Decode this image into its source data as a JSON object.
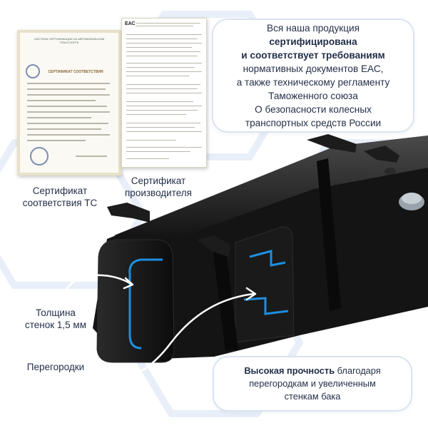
{
  "top_box": {
    "line1": "Вся наша продукция",
    "bold1": "сертифицирована",
    "bold2": "и соответствует требованиям",
    "line4": "нормативных документов ЕАС,",
    "line5": "а также техническому регламенту",
    "line6": "Таможенного союза",
    "line7": "О безопасности колесных",
    "line8": "транспортных средств России"
  },
  "bottom_box": {
    "bold": "Высокая прочность",
    "rest1": " благодаря",
    "line2": "перегородкам и увеличенным",
    "line3": "стенкам бака"
  },
  "labels": {
    "cert_tc_1": "Сертификат",
    "cert_tc_2": "соответствия ТС",
    "cert_mfr_1": "Сертификат",
    "cert_mfr_2": "производителя",
    "thickness_1": "Толщина",
    "thickness_2": "стенок 1,5 мм",
    "partitions": "Перегородки"
  },
  "certificate": {
    "title": "СЕРТИФИКАТ СООТВЕТСТВИЯ",
    "header": "СИСТЕМА СЕРТИФИКАЦИИ НА АВТОМОБИЛЬНОМ ТРАНСПОРТЕ"
  },
  "eac_logo": "ЕАС",
  "colors": {
    "accent": "#1d8fe0",
    "text": "#243049",
    "border": "#d9e4f2"
  },
  "icons": [
    "stamp-icon",
    "arrow-icon"
  ]
}
